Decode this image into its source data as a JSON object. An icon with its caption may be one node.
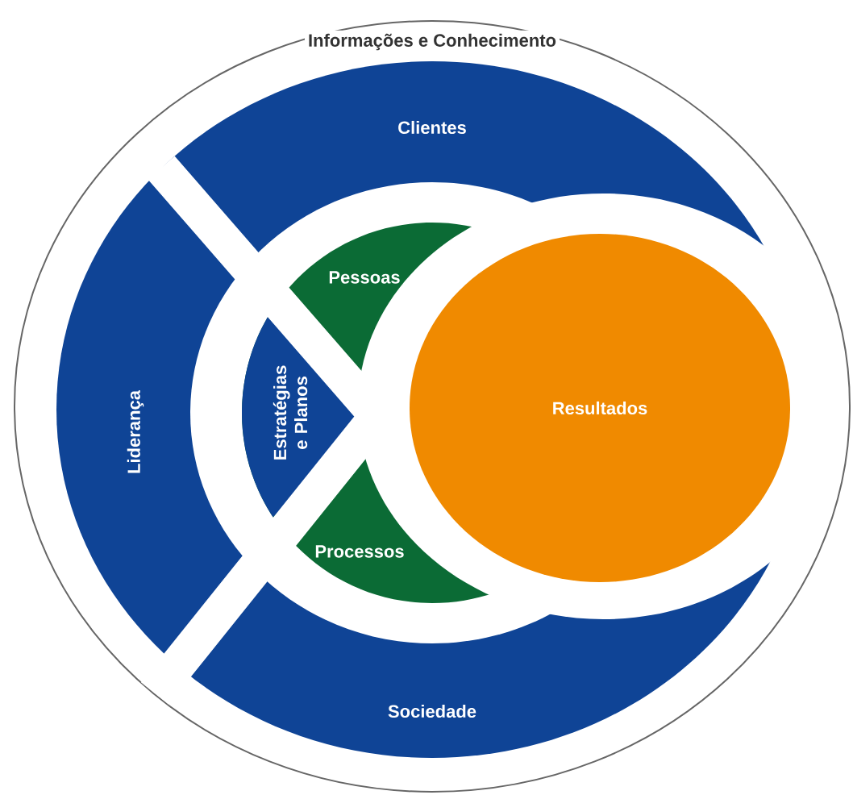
{
  "diagram": {
    "nodes": [
      {
        "text": [
          "Informações e Conhecimento"
        ]
      },
      {
        "text": [
          "Clientes"
        ],
        "in": 0
      },
      {
        "text": [
          "Liderança"
        ],
        "in": 0
      },
      {
        "text": [
          "Estratégias e Planos"
        ],
        "in": 0
      },
      {
        "text": [
          "Pessoas"
        ],
        "in": 0
      },
      {
        "text": [
          "Resultados"
        ],
        "in": 0
      },
      {
        "text": [
          "Processos"
        ],
        "in": 0
      },
      {
        "text": [
          "Sociedade"
        ],
        "in": 0
      }
    ]
  }
}
